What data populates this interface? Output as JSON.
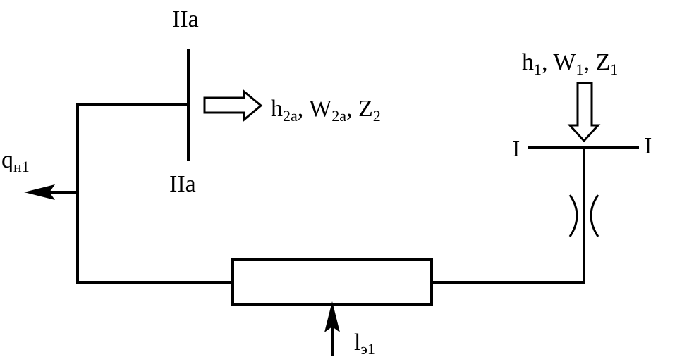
{
  "section_top_label": "IIa",
  "section_bottom_label": "IIa",
  "outlet_label": {
    "h": "h",
    "h_sub": "2a",
    "w": "W",
    "w_sub": "2a",
    "z": "Z",
    "z_sub": "2",
    "sep": ", "
  },
  "inlet_label": {
    "h": "h",
    "h_sub": "1",
    "w": "W",
    "w_sub": "1",
    "z": "Z",
    "z_sub": "1",
    "sep": ", "
  },
  "section_left_label": "I",
  "section_right_label": "I",
  "heat_loss_label": {
    "q": "q",
    "q_sub": "н1"
  },
  "work_label": {
    "l": "l",
    "l_sub": "э1"
  }
}
